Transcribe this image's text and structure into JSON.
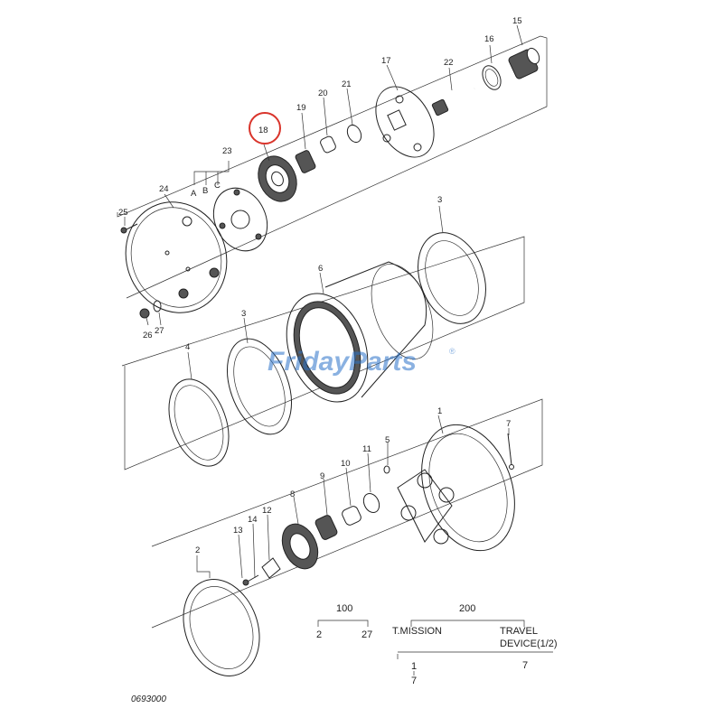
{
  "diagram": {
    "callouts": [
      "1",
      "2",
      "3",
      "3",
      "4",
      "5",
      "6",
      "7",
      "8",
      "9",
      "10",
      "11",
      "12",
      "13",
      "14",
      "15",
      "16",
      "17",
      "18",
      "19",
      "20",
      "21",
      "22",
      "23",
      "24",
      "25",
      "26",
      "27"
    ],
    "sub_labels": [
      "A",
      "B",
      "C"
    ],
    "highlighted_part": "18",
    "highlight_color": "#d9342b",
    "watermark": "FridayParts",
    "watermark_mark": "®",
    "watermark_color": "#2b73c9",
    "figure_ref": "0693000"
  },
  "legend": {
    "group_100": "100",
    "range_100_start": "2",
    "range_100_end": "27",
    "group_200": "200",
    "title_left": "T.MISSION",
    "title_right_line1": "TRAVEL",
    "title_right_line2": "DEVICE(1/2)",
    "left_top": "1",
    "left_bottom": "7",
    "right_bottom": "7"
  }
}
